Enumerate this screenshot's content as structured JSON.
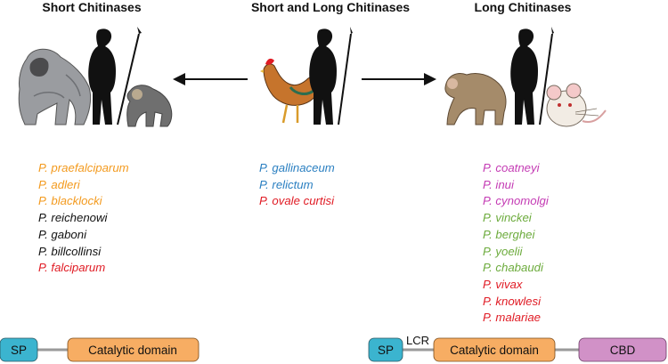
{
  "headers": {
    "left": "Short Chitinases",
    "center": "Short and Long Chitinases",
    "right": "Long Chitinases"
  },
  "colors": {
    "orange": "#f39a1e",
    "black": "#111111",
    "red": "#e01b24",
    "blue": "#2a7fc1",
    "magenta": "#c43bb4",
    "green": "#6cab3c",
    "sp_fill": "#3bb4cf",
    "catalytic_fill": "#f7ad63",
    "cbd_fill": "#d191c7",
    "linker": "#9a9a9a"
  },
  "species": {
    "short": [
      {
        "name": "P. praefalciparum",
        "color": "orange"
      },
      {
        "name": "P. adleri",
        "color": "orange"
      },
      {
        "name": "P. blacklocki",
        "color": "orange"
      },
      {
        "name": "P. reichenowi",
        "color": "black"
      },
      {
        "name": "P. gaboni",
        "color": "black"
      },
      {
        "name": "P. billcollinsi",
        "color": "black"
      },
      {
        "name": "P. falciparum",
        "color": "red"
      }
    ],
    "both": [
      {
        "name": "P. gallinaceum",
        "color": "blue"
      },
      {
        "name": "P. relictum",
        "color": "blue"
      },
      {
        "name": "P. ovale curtisi",
        "color": "red"
      }
    ],
    "long": [
      {
        "name": "P. coatneyi",
        "color": "magenta"
      },
      {
        "name": "P. inui",
        "color": "magenta"
      },
      {
        "name": "P. cynomolgi",
        "color": "magenta"
      },
      {
        "name": "P. vinckei",
        "color": "green"
      },
      {
        "name": "P. berghei",
        "color": "green"
      },
      {
        "name": "P. yoelii",
        "color": "green"
      },
      {
        "name": "P. chabaudi",
        "color": "green"
      },
      {
        "name": "P. vivax",
        "color": "red"
      },
      {
        "name": "P. knowlesi",
        "color": "red"
      },
      {
        "name": "P. malariae",
        "color": "red"
      }
    ]
  },
  "short_domains": {
    "sp": "SP",
    "catalytic": "Catalytic domain"
  },
  "long_domains": {
    "sp": "SP",
    "lcr": "LCR",
    "catalytic": "Catalytic domain",
    "cbd": "CBD"
  }
}
